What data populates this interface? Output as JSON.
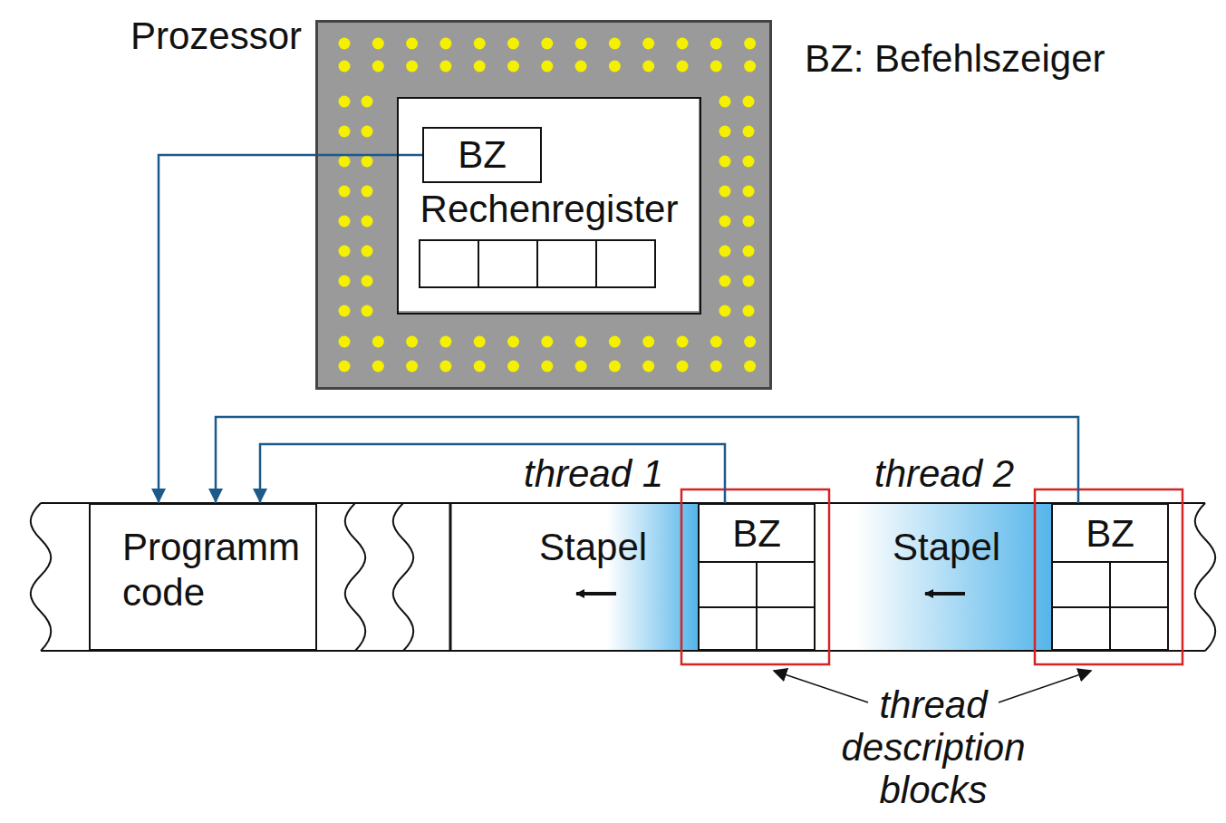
{
  "diagram": {
    "nodes": [
      {
        "text": [
          "Prozessor"
        ]
      },
      {
        "text": [
          "Rechenregister"
        ],
        "in": 0
      },
      {
        "text": [
          "BZ"
        ],
        "in": 1
      },
      {
        "text": [
          "Programm code"
        ]
      },
      {
        "text": [
          "BZ"
        ]
      },
      {
        "text": [
          "BZ"
        ]
      }
    ],
    "edges": [
      {
        "from": 2,
        "to": 3,
        "arrow": "to"
      },
      {
        "from": 4,
        "to": 3,
        "arrow": "to"
      },
      {
        "from": 5,
        "to": 3,
        "arrow": "to"
      }
    ],
    "labels": [
      "BZ: Befehlszeiger",
      "thread 1",
      "Stapel",
      "thread 2",
      "Stapel",
      "thread description blocks"
    ]
  }
}
